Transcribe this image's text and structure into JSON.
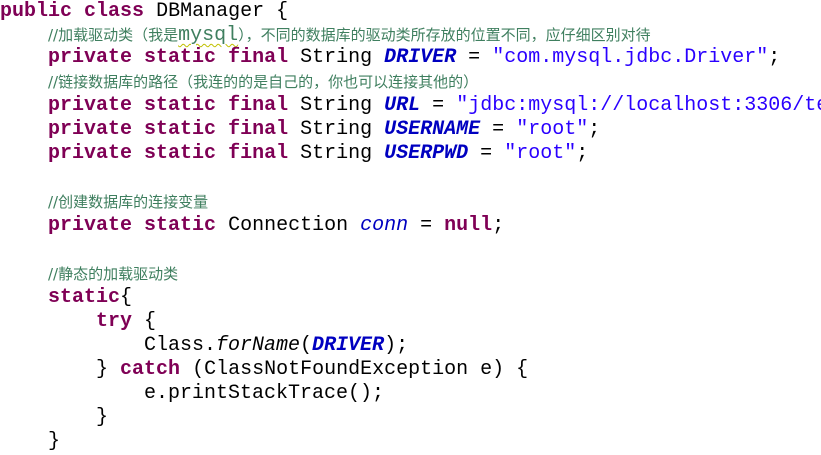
{
  "code": {
    "l1": {
      "kw_public": "public",
      "kw_class": "class",
      "class_name": "DBManager",
      "brace": "{"
    },
    "l2": {
      "prefix": "//加载驱动类（我是",
      "word": "mysql",
      "suffix": "），不同的数据库的驱动类所存放的位置不同，应仔细区别对待"
    },
    "l3": {
      "kw_private": "private",
      "kw_static": "static",
      "kw_final": "final",
      "type": "String",
      "name": "DRIVER",
      "eq": "=",
      "value": "\"com.mysql.jdbc.Driver\"",
      "semi": ";"
    },
    "l4": {
      "comment": "//链接数据库的路径（我连的的是自己的，你也可以连接其他的）"
    },
    "l5": {
      "kw_private": "private",
      "kw_static": "static",
      "kw_final": "final",
      "type": "String",
      "name": "URL",
      "eq": "=",
      "value": "\"jdbc:mysql://localhost:3306/te"
    },
    "l6": {
      "kw_private": "private",
      "kw_static": "static",
      "kw_final": "final",
      "type": "String",
      "name": "USERNAME",
      "eq": "=",
      "value": "\"root\"",
      "semi": ";"
    },
    "l7": {
      "kw_private": "private",
      "kw_static": "static",
      "kw_final": "final",
      "type": "String",
      "name": "USERPWD",
      "eq": "=",
      "value": "\"root\"",
      "semi": ";"
    },
    "l9": {
      "comment": "//创建数据库的连接变量"
    },
    "l10": {
      "kw_private": "private",
      "kw_static": "static",
      "type": "Connection",
      "name": "conn",
      "eq": "=",
      "kw_null": "null",
      "semi": ";"
    },
    "l12": {
      "comment": "//静态的加载驱动类"
    },
    "l13": {
      "kw_static": "static",
      "brace": "{"
    },
    "l14": {
      "kw_try": "try",
      "brace": "{"
    },
    "l15": {
      "cls": "Class.",
      "method": "forName",
      "open": "(",
      "arg": "DRIVER",
      "close": ");"
    },
    "l16": {
      "close_brace": "}",
      "kw_catch": "catch",
      "open": "(ClassNotFoundException",
      "param": "e",
      "close": ") {"
    },
    "l17": {
      "var": "e",
      "call": ".printStackTrace();"
    },
    "l18": {
      "brace": "}"
    },
    "l19": {
      "brace": "}"
    }
  },
  "colors": {
    "keyword": "#7f0055",
    "string": "#2a00ff",
    "field": "#0000c0",
    "comment": "#3f7f5f",
    "text": "#000000",
    "background": "#ffffff"
  }
}
